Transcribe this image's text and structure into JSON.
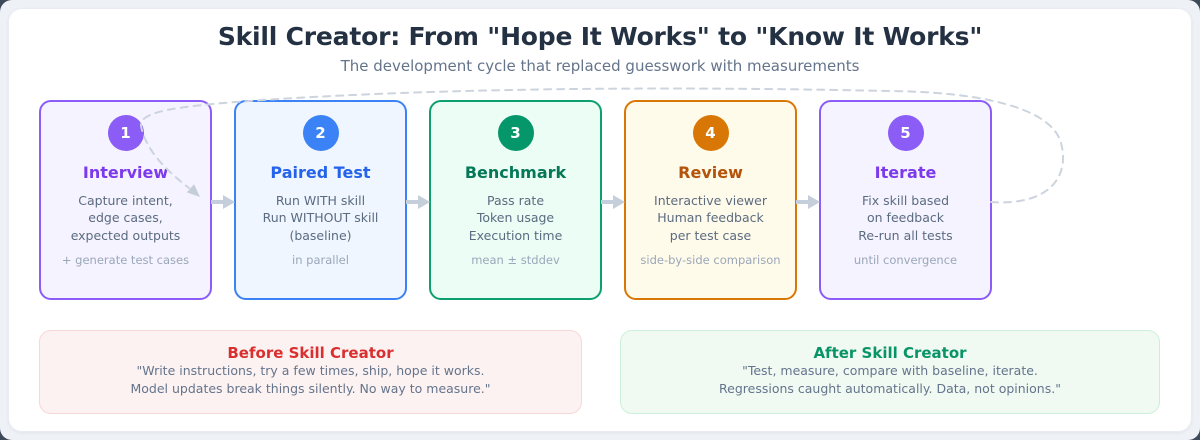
{
  "header": {
    "title": "Skill Creator: From \"Hope It Works\" to \"Know It Works\"",
    "subtitle": "The development cycle that replaced guesswork with measurements"
  },
  "steps": [
    {
      "number": "1",
      "title": "Interview",
      "lines": [
        "Capture intent,",
        "edge cases,",
        "expected outputs"
      ],
      "footer": "+ generate test cases",
      "accent": "#7c3aed",
      "circle": "#8b5cf6",
      "border": "#8b5cf6",
      "bg": "#f5f3ff"
    },
    {
      "number": "2",
      "title": "Paired Test",
      "lines": [
        "Run WITH skill",
        "Run WITHOUT skill",
        "(baseline)"
      ],
      "footer": "in parallel",
      "accent": "#2563eb",
      "circle": "#3b82f6",
      "border": "#3b82f6",
      "bg": "#eff6ff"
    },
    {
      "number": "3",
      "title": "Benchmark",
      "lines": [
        "Pass rate",
        "Token usage",
        "Execution time"
      ],
      "footer": "mean ± stddev",
      "accent": "#047857",
      "circle": "#059669",
      "border": "#0e9f6e",
      "bg": "#ecfdf5"
    },
    {
      "number": "4",
      "title": "Review",
      "lines": [
        "Interactive viewer",
        "Human feedback",
        "per test case"
      ],
      "footer": "side-by-side comparison",
      "accent": "#b45309",
      "circle": "#d97706",
      "border": "#d97706",
      "bg": "#fffbeb"
    },
    {
      "number": "5",
      "title": "Iterate",
      "lines": [
        "Fix skill based",
        "on feedback",
        "Re-run all tests"
      ],
      "footer": "until convergence",
      "accent": "#7c3aed",
      "circle": "#8b5cf6",
      "border": "#8b5cf6",
      "bg": "#f5f3ff"
    }
  ],
  "flow": {
    "arrow_color": "#c5cedb",
    "loop_dash_color": "#ccd4de"
  },
  "comparison": {
    "before": {
      "title": "Before Skill Creator",
      "lines": [
        "\"Write instructions, try a few times, ship, hope it works.",
        "Model updates break things silently. No way to measure.\""
      ]
    },
    "after": {
      "title": "After Skill Creator",
      "lines": [
        "\"Test, measure, compare with baseline, iterate.",
        "Regressions caught automatically. Data, not opinions.\""
      ]
    }
  }
}
